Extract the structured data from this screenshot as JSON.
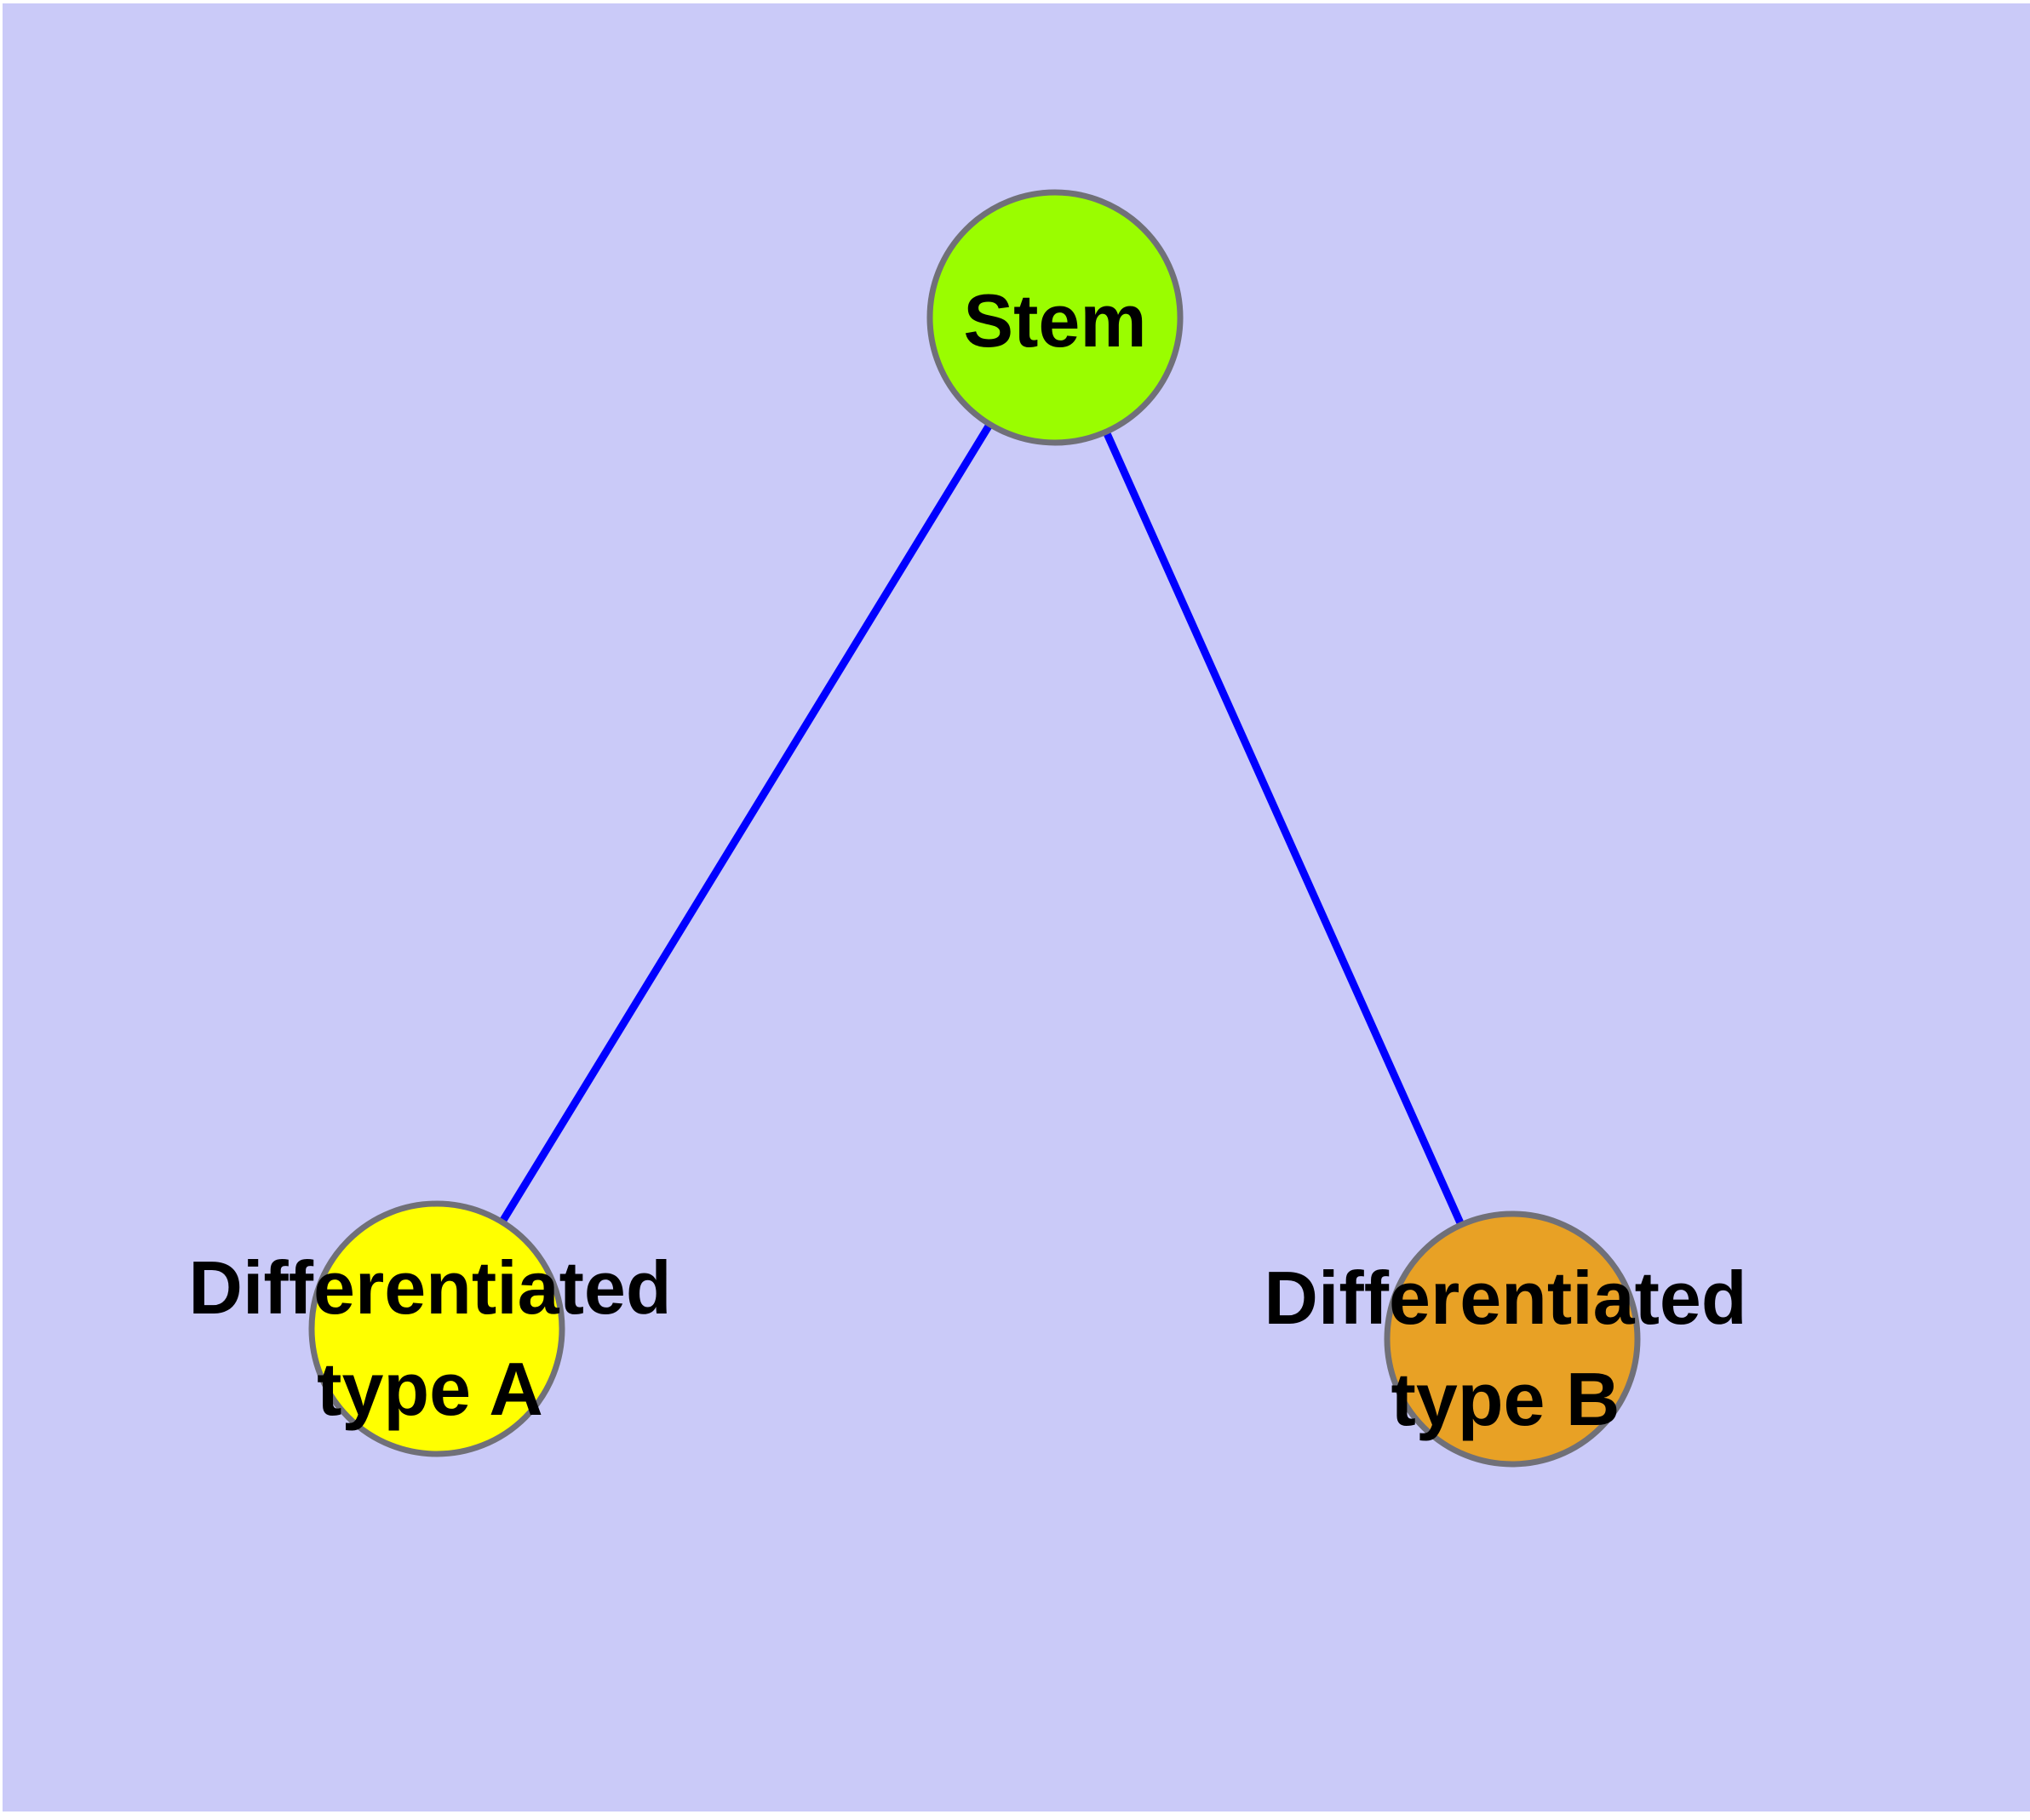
{
  "diagram": {
    "type": "node-link-graph",
    "title": "",
    "background_color": "#CACAF8",
    "margin_color": "#FFFFFF",
    "edge_color": "#0000FF",
    "node_border_color": "#707078",
    "label_color": "#000000",
    "nodes": [
      {
        "id": "stem",
        "label": "Stem",
        "line1": "Stem",
        "line2": "",
        "color": "#9AFD00"
      },
      {
        "id": "differentiated-type-a",
        "label": "Differentiated type A",
        "line1": "Differentiated",
        "line2": "type A",
        "color": "#FFFF00"
      },
      {
        "id": "differentiated-type-b",
        "label": "Differentiated type B",
        "line1": "Differentiated",
        "line2": "type B",
        "color": "#E8A125"
      }
    ],
    "edges": [
      {
        "from": "Stem",
        "to": "Differentiated type A"
      },
      {
        "from": "Stem",
        "to": "Differentiated type B"
      }
    ]
  }
}
